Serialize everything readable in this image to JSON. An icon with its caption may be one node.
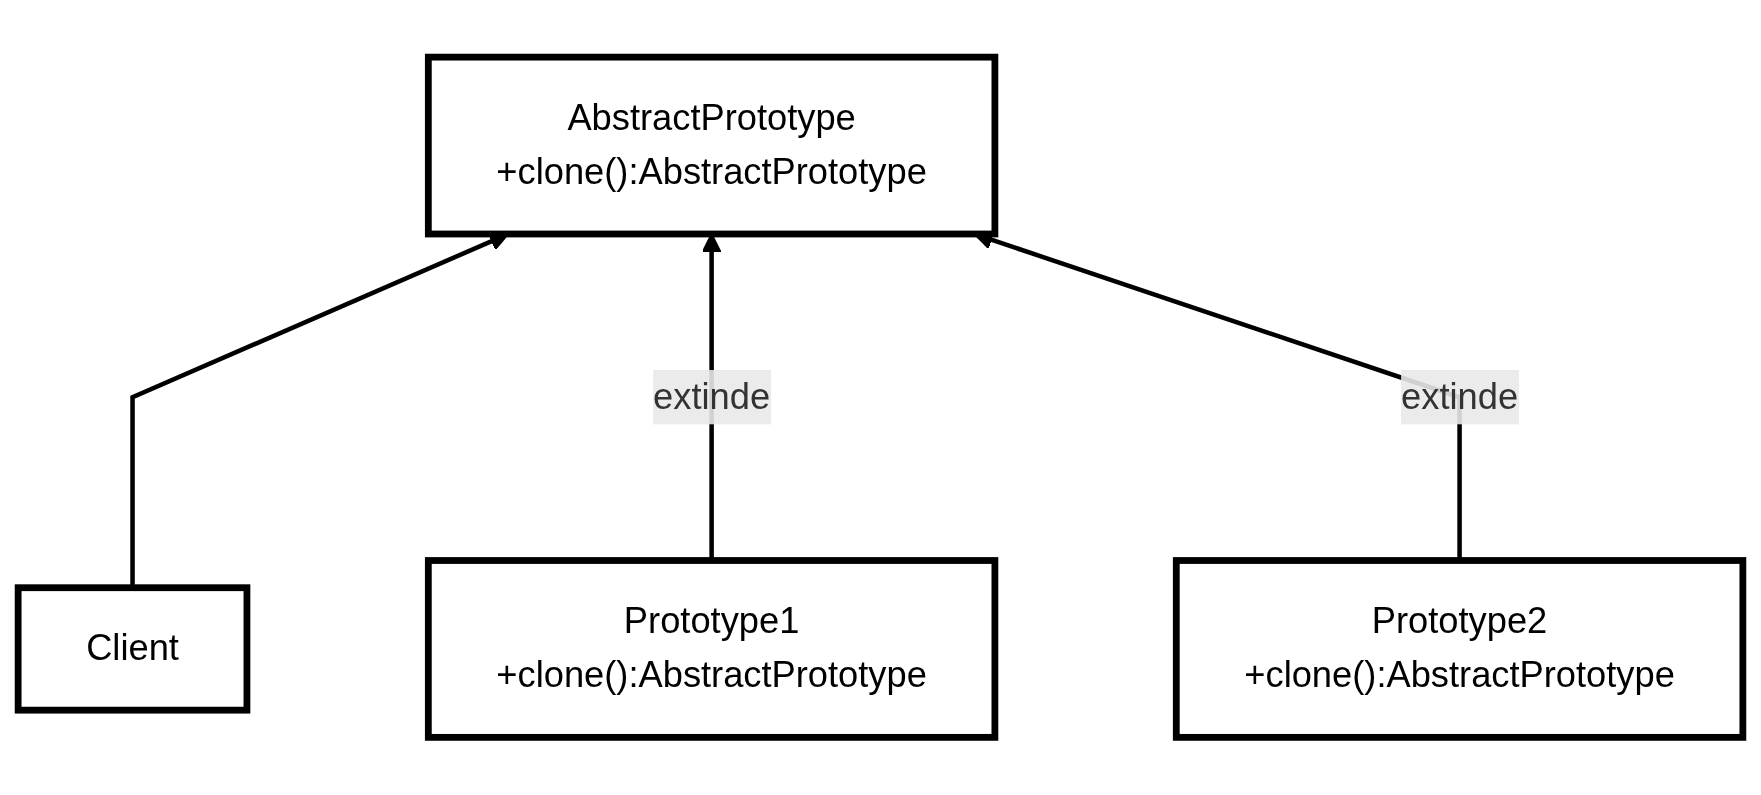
{
  "diagram": {
    "nodes": [
      {
        "text": [
          "Client"
        ]
      },
      {
        "text": [
          "AbstractPrototype",
          "+clone():AbstractPrototype"
        ]
      },
      {
        "text": [
          "Prototype1",
          "+clone():AbstractPrototype"
        ]
      },
      {
        "text": [
          "Prototype2",
          "+clone():AbstractPrototype"
        ]
      }
    ],
    "edges": [
      {
        "from": 0,
        "to": 1,
        "arrow": "to"
      },
      {
        "from": 2,
        "to": 1,
        "arrow": "to",
        "label": "extinde"
      },
      {
        "from": 3,
        "to": 1,
        "arrow": "to",
        "label": "extinde"
      }
    ]
  }
}
